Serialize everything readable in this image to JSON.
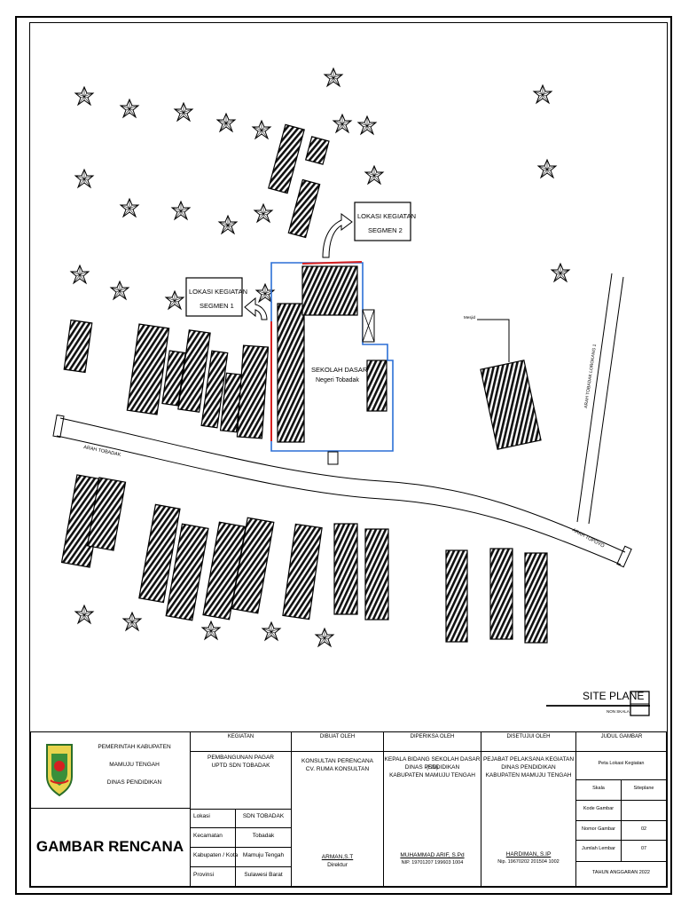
{
  "plan": {
    "labels": {
      "segmen1": [
        "LOKASI KEGIATAN",
        "SEGMEN 1"
      ],
      "segmen2": [
        "LOKASI KEGIATAN",
        "SEGMEN 2"
      ],
      "school": [
        "SEKOLAH DASAR",
        "Negeri Tobadak"
      ],
      "road_west": "ARAH TOBADAK",
      "road_east": "ARAH TOPOYO",
      "road_north": "ARAH TOBADAK LOROKANG 1",
      "mosque": "Mesjid"
    },
    "title": "SITE PLANE",
    "scale": "NON SKALA",
    "colors": {
      "fence": "#2b6fd6",
      "segment": "#d62020"
    },
    "icons": [
      "tree-icon",
      "school-building-icon",
      "mosque-icon",
      "arrow-icon"
    ]
  },
  "title_block": {
    "agency": [
      "PEMERINTAH KABUPATEN",
      "MAMUJU TENGAH",
      "DINAS PENDIDIKAN"
    ],
    "drawing_type": "GAMBAR RENCANA",
    "kegiatan": {
      "header": "KEGIATAN",
      "title": [
        "PEMBANGUNAN PAGAR",
        "UPTD SDN TOBADAK"
      ],
      "rows": [
        {
          "label": "Lokasi",
          "value": "SDN TOBADAK"
        },
        {
          "label": "Kecamatan",
          "value": "Tobadak"
        },
        {
          "label": "Kabupaten / Kota",
          "value": "Mamuju Tengah"
        },
        {
          "label": "Provinsi",
          "value": "Sulawesi Barat"
        }
      ]
    },
    "dibuat": {
      "header": "DIBUAT OLEH",
      "org": [
        "KONSULTAN PERENCANA",
        "CV. RUMA KONSULTAN"
      ],
      "name": "ARMAN,S.T",
      "role": "Direktur"
    },
    "diperiksa": {
      "header": "DIPERIKSA OLEH",
      "org": [
        "KEPALA BIDANG SEKOLAH DASAR (SD)",
        "DINAS PENDIDIKAN",
        "KABUPATEN MAMUJU TENGAH"
      ],
      "name": "MUHAMMAD ARIF, S.Pd",
      "nip": "NIP. 19701207 199603 1004"
    },
    "disetujui": {
      "header": "DISETUJUI OLEH",
      "org": [
        "PEJABAT PELAKSANA KEGIATAN",
        "DINAS PENDIDIKAN",
        "KABUPATEN MAMUJU TENGAH"
      ],
      "name": "HARDIMAN, S.IP",
      "nip": "Nip. 19670202 201504 1002"
    },
    "judul": {
      "header": "JUDUL GAMBAR",
      "title": "Peta Lokasi Kegiatan",
      "rows": [
        {
          "label": "Skala",
          "value": "Siteplane"
        },
        {
          "label": "Kode Gambar",
          "value": ""
        },
        {
          "label": "Nomor Gambar",
          "value": "02"
        },
        {
          "label": "Jumlah Lembar",
          "value": "07"
        }
      ],
      "footer": "TAHUN ANGGARAN 2022"
    }
  }
}
